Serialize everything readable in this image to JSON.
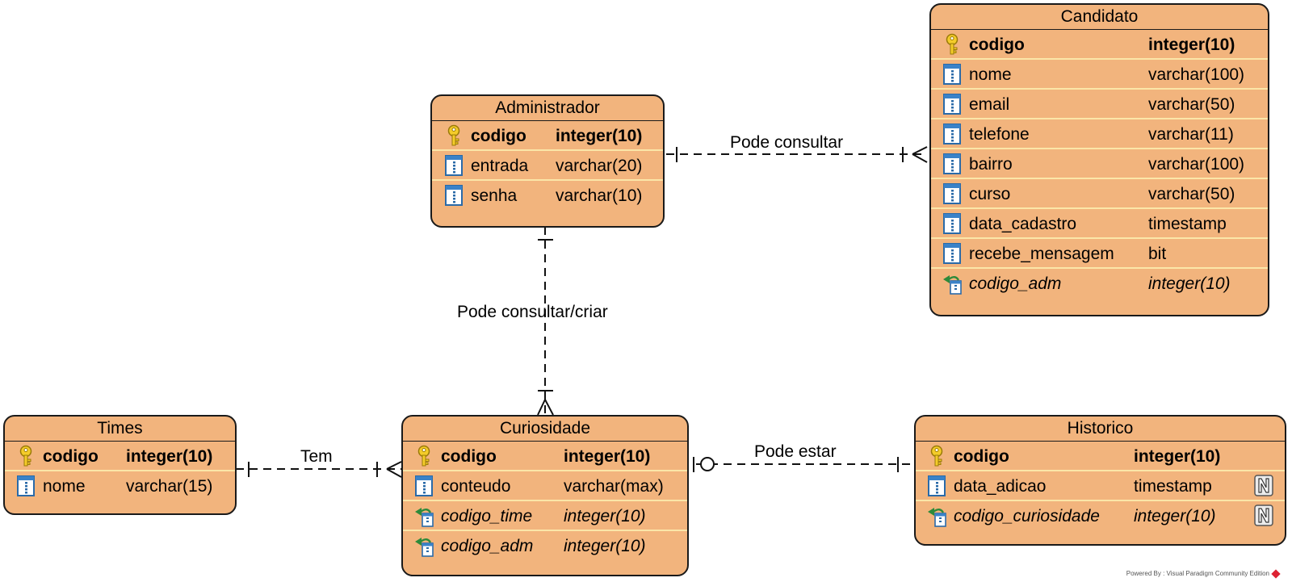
{
  "entities": {
    "administrador": {
      "name": "Administrador",
      "columns": [
        {
          "name": "codigo",
          "type": "integer(10)",
          "kind": "pk",
          "icon": "primary-key-icon"
        },
        {
          "name": "entrada",
          "type": "varchar(20)",
          "kind": "col",
          "icon": "column-icon"
        },
        {
          "name": "senha",
          "type": "varchar(10)",
          "kind": "col",
          "icon": "column-icon"
        }
      ]
    },
    "candidato": {
      "name": "Candidato",
      "columns": [
        {
          "name": "codigo",
          "type": "integer(10)",
          "kind": "pk",
          "icon": "primary-key-icon"
        },
        {
          "name": "nome",
          "type": "varchar(100)",
          "kind": "col",
          "icon": "column-icon"
        },
        {
          "name": "email",
          "type": "varchar(50)",
          "kind": "col",
          "icon": "column-icon"
        },
        {
          "name": "telefone",
          "type": "varchar(11)",
          "kind": "col",
          "icon": "column-icon"
        },
        {
          "name": "bairro",
          "type": "varchar(100)",
          "kind": "col",
          "icon": "column-icon"
        },
        {
          "name": "curso",
          "type": "varchar(50)",
          "kind": "col",
          "icon": "column-icon"
        },
        {
          "name": "data_cadastro",
          "type": "timestamp",
          "kind": "col",
          "icon": "column-icon"
        },
        {
          "name": "recebe_mensagem",
          "type": "bit",
          "kind": "col",
          "icon": "column-icon"
        },
        {
          "name": "codigo_adm",
          "type": "integer(10)",
          "kind": "fk",
          "icon": "foreign-key-icon"
        }
      ]
    },
    "times": {
      "name": "Times",
      "columns": [
        {
          "name": "codigo",
          "type": "integer(10)",
          "kind": "pk",
          "icon": "primary-key-icon"
        },
        {
          "name": "nome",
          "type": "varchar(15)",
          "kind": "col",
          "icon": "column-icon"
        }
      ]
    },
    "curiosidade": {
      "name": "Curiosidade",
      "columns": [
        {
          "name": "codigo",
          "type": "integer(10)",
          "kind": "pk",
          "icon": "primary-key-icon"
        },
        {
          "name": "conteudo",
          "type": "varchar(max)",
          "kind": "col",
          "icon": "column-icon"
        },
        {
          "name": "codigo_time",
          "type": "integer(10)",
          "kind": "fk",
          "icon": "foreign-key-icon"
        },
        {
          "name": "codigo_adm",
          "type": "integer(10)",
          "kind": "fk",
          "icon": "foreign-key-icon"
        }
      ]
    },
    "historico": {
      "name": "Historico",
      "columns": [
        {
          "name": "codigo",
          "type": "integer(10)",
          "kind": "pk",
          "icon": "primary-key-icon"
        },
        {
          "name": "data_adicao",
          "type": "timestamp",
          "kind": "col",
          "icon": "column-icon",
          "nullable": "N"
        },
        {
          "name": "codigo_curiosidade",
          "type": "integer(10)",
          "kind": "fk",
          "icon": "foreign-key-icon",
          "nullable": "N"
        }
      ]
    }
  },
  "relationships": {
    "adm_candidato": {
      "label": "Pode consultar",
      "from": "Administrador",
      "to": "Candidato",
      "from_end": "one",
      "to_end": "one-or-many"
    },
    "adm_curiosidade": {
      "label": "Pode consultar/criar",
      "from": "Administrador",
      "to": "Curiosidade",
      "from_end": "one",
      "to_end": "one-or-many"
    },
    "times_curiosidade": {
      "label": "Tem",
      "from": "Times",
      "to": "Curiosidade",
      "from_end": "one",
      "to_end": "one-or-many"
    },
    "curiosidade_historico": {
      "label": "Pode estar",
      "from": "Curiosidade",
      "to": "Historico",
      "from_end": "zero-or-one",
      "to_end": "one"
    }
  },
  "footer": {
    "text": "Powered By : Visual Paradigm Community Edition"
  },
  "colors": {
    "entity_fill": "#f2b47d",
    "row_separator": "#fbe6a8",
    "border": "#1a1a1a"
  }
}
